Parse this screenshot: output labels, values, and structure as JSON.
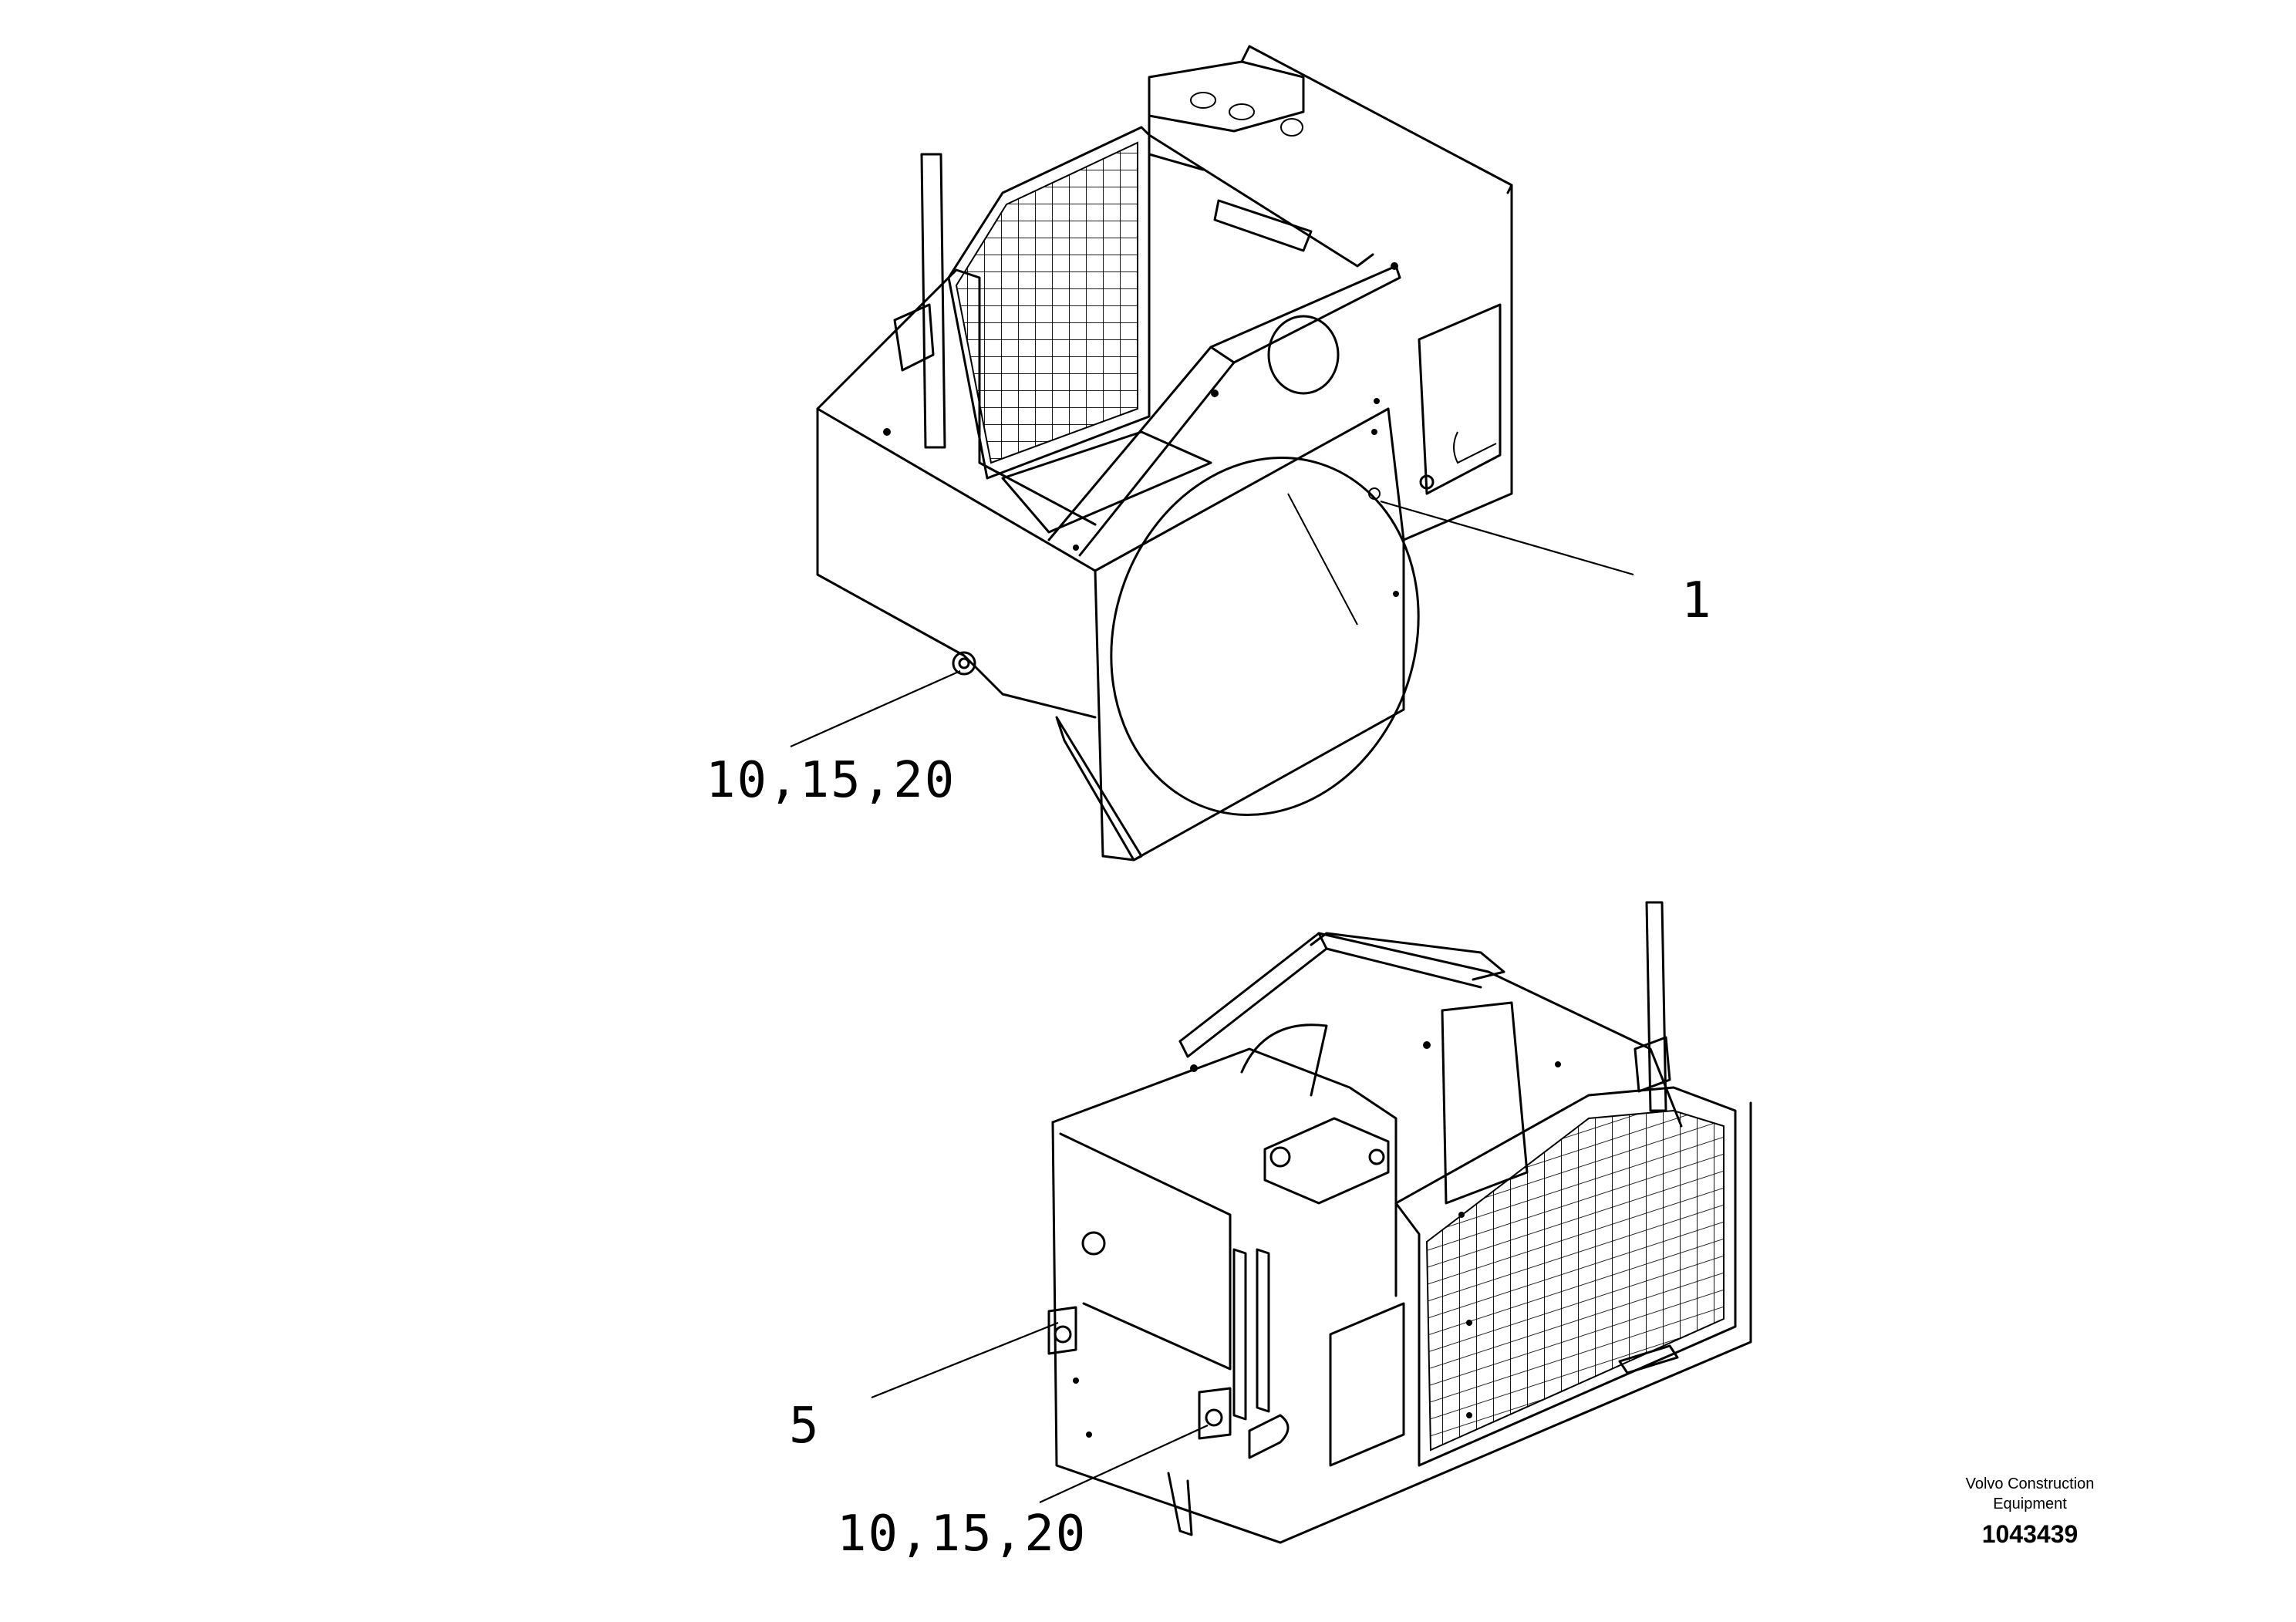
{
  "callouts": {
    "part_1": "1",
    "part_upper_fasteners": "10,15,20",
    "part_5": "5",
    "part_lower_fasteners": "10,15,20"
  },
  "footer": {
    "brand_line1": "Volvo Construction",
    "brand_line2": "Equipment",
    "drawing_number": "1043439"
  }
}
